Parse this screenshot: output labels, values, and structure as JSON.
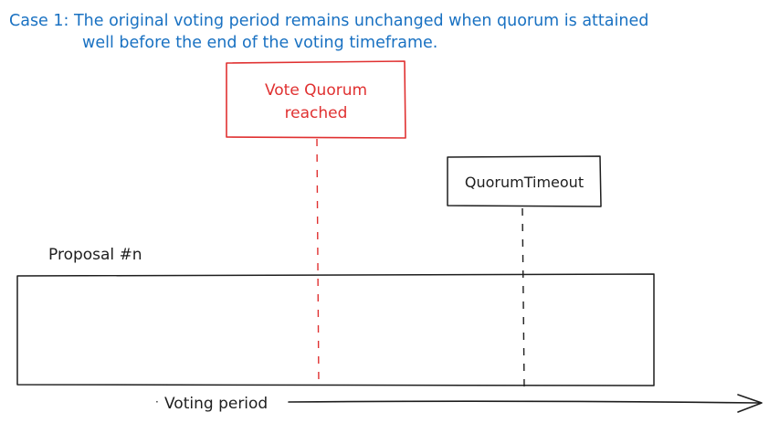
{
  "caption": {
    "line1": "Case 1: The original voting period remains unchanged when quorum is attained",
    "line2": "well before the end of the voting timeframe."
  },
  "events": {
    "quorum_reached": {
      "line1": "Vote Quorum",
      "line2": "reached"
    },
    "quorum_timeout": {
      "label": "QuorumTimeout"
    }
  },
  "proposal": {
    "label": "Proposal #n"
  },
  "timeline": {
    "label": "Voting period"
  },
  "colors": {
    "caption": "#1971c2",
    "quorum": "#e03131",
    "ink": "#1e1e1e"
  }
}
